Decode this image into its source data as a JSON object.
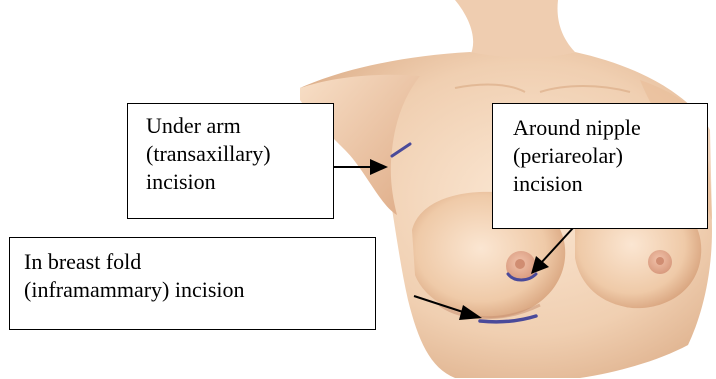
{
  "labels": {
    "underarm": [
      "Under arm",
      "(transaxillary)",
      "incision"
    ],
    "nipple": [
      "Around nipple",
      "(periareolar)",
      "incision"
    ],
    "fold": [
      "In breast fold",
      "(inframammary) incision"
    ]
  },
  "colors": {
    "skin_light": "#f7dfc8",
    "skin_mid": "#ecc6a4",
    "skin_shadow": "#d9a882",
    "areola": "#e2a98c",
    "incision": "#4a4a9a",
    "arrow": "#000000"
  }
}
